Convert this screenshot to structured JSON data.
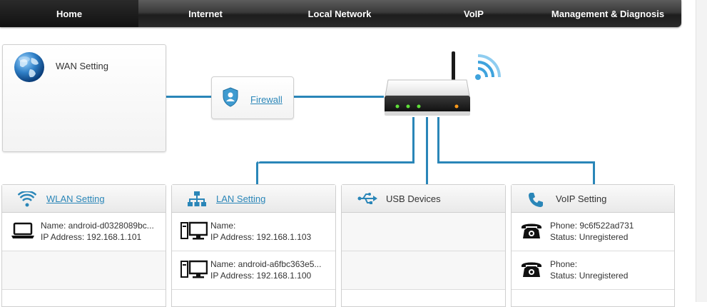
{
  "nav": {
    "items": [
      {
        "label": "Home",
        "active": true
      },
      {
        "label": "Internet"
      },
      {
        "label": "Local Network"
      },
      {
        "label": "VoIP"
      },
      {
        "label": "Management & Diagnosis"
      }
    ]
  },
  "topology": {
    "wan": {
      "label": "WAN Setting",
      "icon": "globe-icon"
    },
    "firewall": {
      "label": "Firewall",
      "icon": "shield-icon"
    },
    "router": {
      "icon": "router-icon",
      "signal_icon": "wifi-signal-icon"
    }
  },
  "panels": {
    "wlan": {
      "title": "WLAN Setting",
      "icon": "wifi-icon",
      "devices": [
        {
          "name": "Name: android-d0328089bc...",
          "ip": "IP Address: 192.168.1.101",
          "icon": "laptop-icon"
        }
      ]
    },
    "lan": {
      "title": "LAN Setting",
      "icon": "network-icon",
      "devices": [
        {
          "name": "Name:",
          "ip": "IP Address: 192.168.1.103",
          "icon": "desktop-icon"
        },
        {
          "name": "Name: android-a6fbc363e5...",
          "ip": "IP Address: 192.168.1.100",
          "icon": "desktop-icon"
        }
      ]
    },
    "usb": {
      "title": "USB Devices",
      "icon": "usb-icon"
    },
    "voip": {
      "title": "VoIP Setting",
      "icon": "phone-icon",
      "lines": [
        {
          "phone": "Phone: 9c6f522ad731",
          "status": "Status: Unregistered",
          "icon": "telephone-icon"
        },
        {
          "phone": "Phone:",
          "status": "Status: Unregistered",
          "icon": "telephone-icon"
        }
      ]
    }
  },
  "colors": {
    "accent": "#2a86b8",
    "nav_bg": "#2a2a2a",
    "led_green": "#5fe03a",
    "led_orange": "#ff9a1a"
  }
}
